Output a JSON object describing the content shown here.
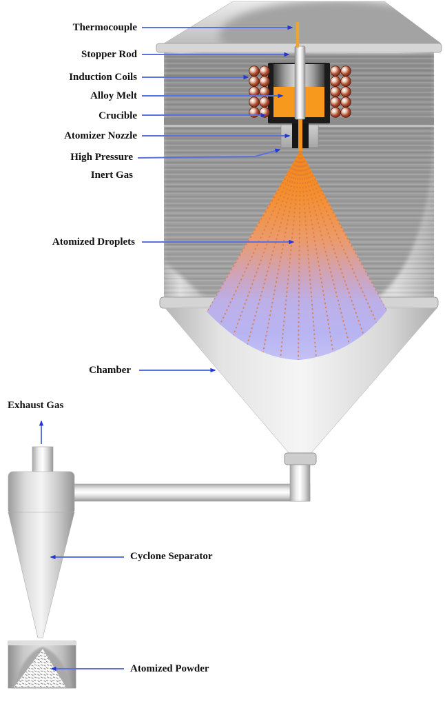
{
  "labels": {
    "thermocouple": "Thermocouple",
    "stopper_rod": "Stopper Rod",
    "induction_coils": "Induction Coils",
    "alloy_melt": "Alloy Melt",
    "crucible": "Crucible",
    "atomizer_nozzle": "Atomizer Nozzle",
    "high_pressure": "High Pressure",
    "inert_gas": "Inert Gas",
    "atomized_droplets": "Atomized Droplets",
    "chamber": "Chamber",
    "exhaust_gas": "Exhaust Gas",
    "cyclone_separator": "Cyclone Separator",
    "atomized_powder": "Atomized Powder"
  },
  "colors": {
    "arrow_line": "#5b72dd",
    "arrow_head": "#2637cf",
    "label_text": "#111111",
    "melt_orange": "#f7991c",
    "spray_orange": "#f8870f",
    "spray_violet": "#b6b3f3",
    "droplet_dot_orange": "#de7a3e",
    "coil_brown": "#8a2f1f",
    "vessel_grey": "#c8c8c8",
    "crucible_black": "#1b1b1b"
  }
}
